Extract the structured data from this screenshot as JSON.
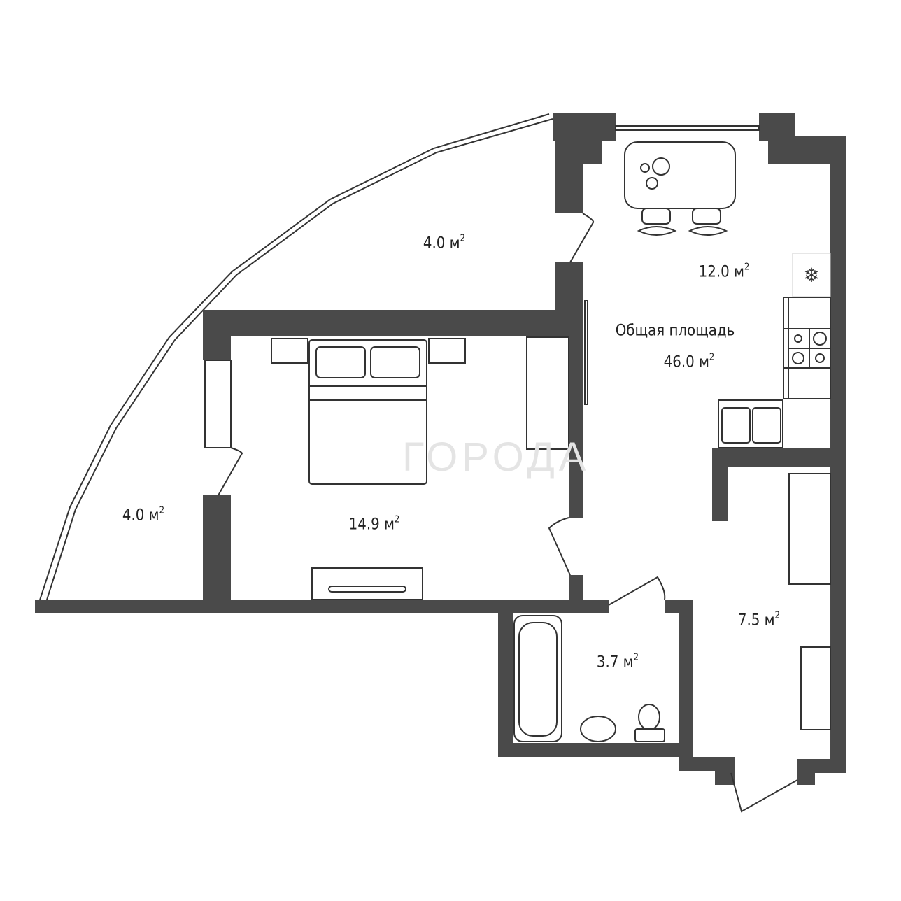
{
  "plan": {
    "total_area_label": "Общая площадь",
    "total_area_value": "46.0 м",
    "unit_sup": "2",
    "watermark": "ГОРОДА",
    "rooms": [
      {
        "name": "balcony-upper",
        "area": "4.0 м"
      },
      {
        "name": "balcony-lower",
        "area": "4.0 м"
      },
      {
        "name": "kitchen",
        "area": "12.0 м"
      },
      {
        "name": "bedroom",
        "area": "14.9 м"
      },
      {
        "name": "hallway",
        "area": "7.5 м"
      },
      {
        "name": "bathroom",
        "area": "3.7 м"
      }
    ]
  },
  "colors": {
    "wall": "#4a4a4a",
    "watermark": "#e4e4e4"
  }
}
